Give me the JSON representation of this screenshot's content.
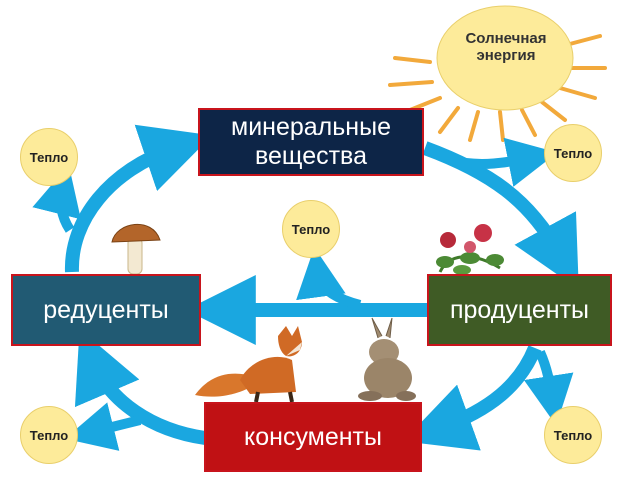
{
  "boxes": {
    "mineral_line1": "минеральные",
    "mineral_line2": "вещества",
    "reducers": "редуценты",
    "producers": "продуценты",
    "consumers": "консументы"
  },
  "sun": {
    "line1": "Солнечная",
    "line2": "энергия"
  },
  "heat": {
    "label": "Тепло"
  },
  "colors": {
    "arrow": "#1aa7e0",
    "box_border": "#c8141c",
    "mineral_bg": "#0d2547",
    "reducers_bg": "#215a73",
    "producers_bg": "#3f5b25",
    "consumers_bg": "#c01114",
    "sun": "#fdeb9a",
    "sun_rays": "#f2a93b"
  },
  "illustrations": [
    "mushroom",
    "clover-plant",
    "fox",
    "hare"
  ]
}
